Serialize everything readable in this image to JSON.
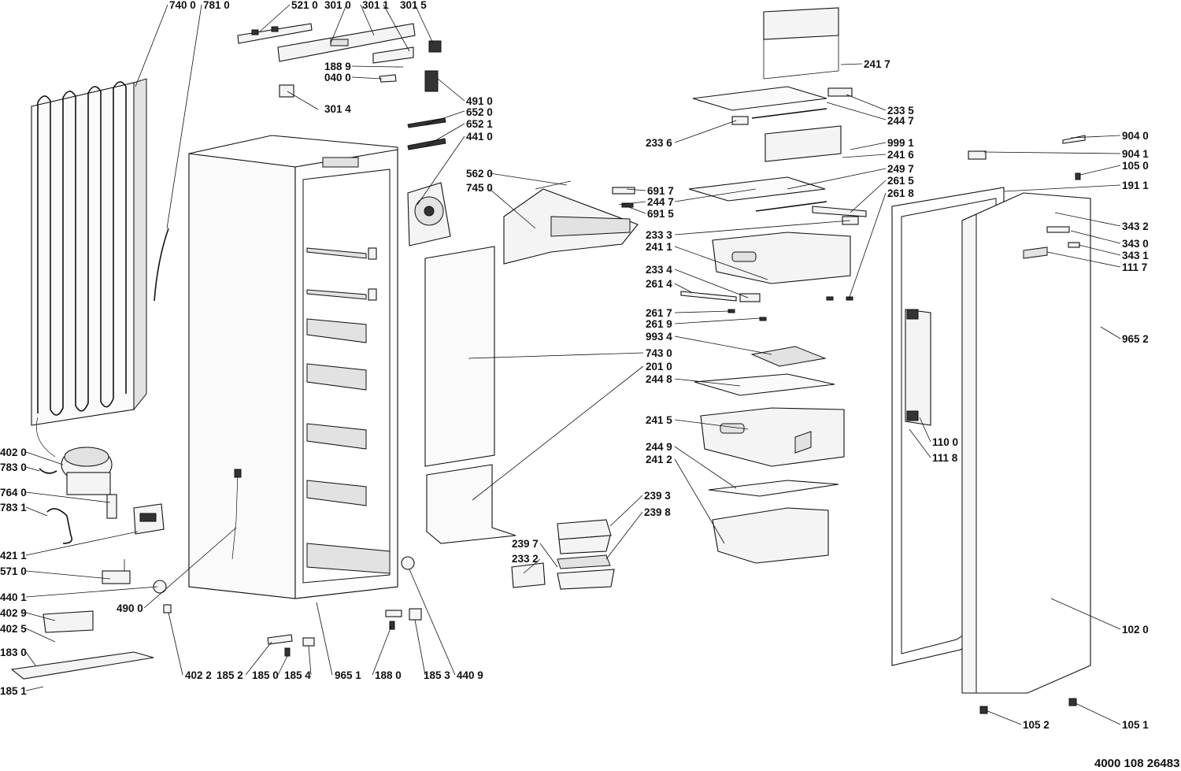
{
  "drawing_number": "4000 108 26483",
  "labels": {
    "l7400": "740 0",
    "l7810": "781 0",
    "l5210": "521 0",
    "l3010": "301 0",
    "l3011": "301 1",
    "l3015": "301 5",
    "l1889": "188 9",
    "l0400": "040 0",
    "l4910": "491 0",
    "l3014": "301 4",
    "l6520": "652 0",
    "l6521": "652 1",
    "l4410": "441 0",
    "l5620": "562 0",
    "l7450": "745 0",
    "l6917": "691 7",
    "l2447a": "244 7",
    "l6915": "691 5",
    "l7430": "743 0",
    "l2010": "201 0",
    "l4020": "402 0",
    "l7830": "783 0",
    "l7640": "764 0",
    "l7831": "783 1",
    "l4211": "421 1",
    "l5710": "571 0",
    "l4401": "440 1",
    "l4900": "490 0",
    "l4029": "402 9",
    "l4025": "402 5",
    "l1830": "183 0",
    "l1851": "185 1",
    "l4022": "402 2",
    "l1852": "185 2",
    "l1850": "185 0",
    "l1854": "185 4",
    "l9651": "965 1",
    "l1880": "188 0",
    "l1853": "185 3",
    "l4409": "440 9",
    "l2397": "239 7",
    "l2332": "233 2",
    "l2393": "239 3",
    "l2398": "239 8",
    "l2417": "241 7",
    "l2335": "233 5",
    "l2447b": "244 7",
    "l2336": "233 6",
    "l9991": "999 1",
    "l2416": "241 6",
    "l2497": "249 7",
    "l2615": "261 5",
    "l2618": "261 8",
    "l2333": "233 3",
    "l2411": "241 1",
    "l2334": "233 4",
    "l2614": "261 4",
    "l2617": "261 7",
    "l2619": "261 9",
    "l9934": "993 4",
    "l2448": "244 8",
    "l2415": "241 5",
    "l2449": "244 9",
    "l2412": "241 2",
    "l9040": "904 0",
    "l9041": "904 1",
    "l1050": "105 0",
    "l1911": "191 1",
    "l3432": "343 2",
    "l3430": "343 0",
    "l3431": "343 1",
    "l1117": "111 7",
    "l9652": "965 2",
    "l1100": "110 0",
    "l1118": "111 8",
    "l1020": "102 0",
    "l1052": "105 2",
    "l1051": "105 1"
  }
}
